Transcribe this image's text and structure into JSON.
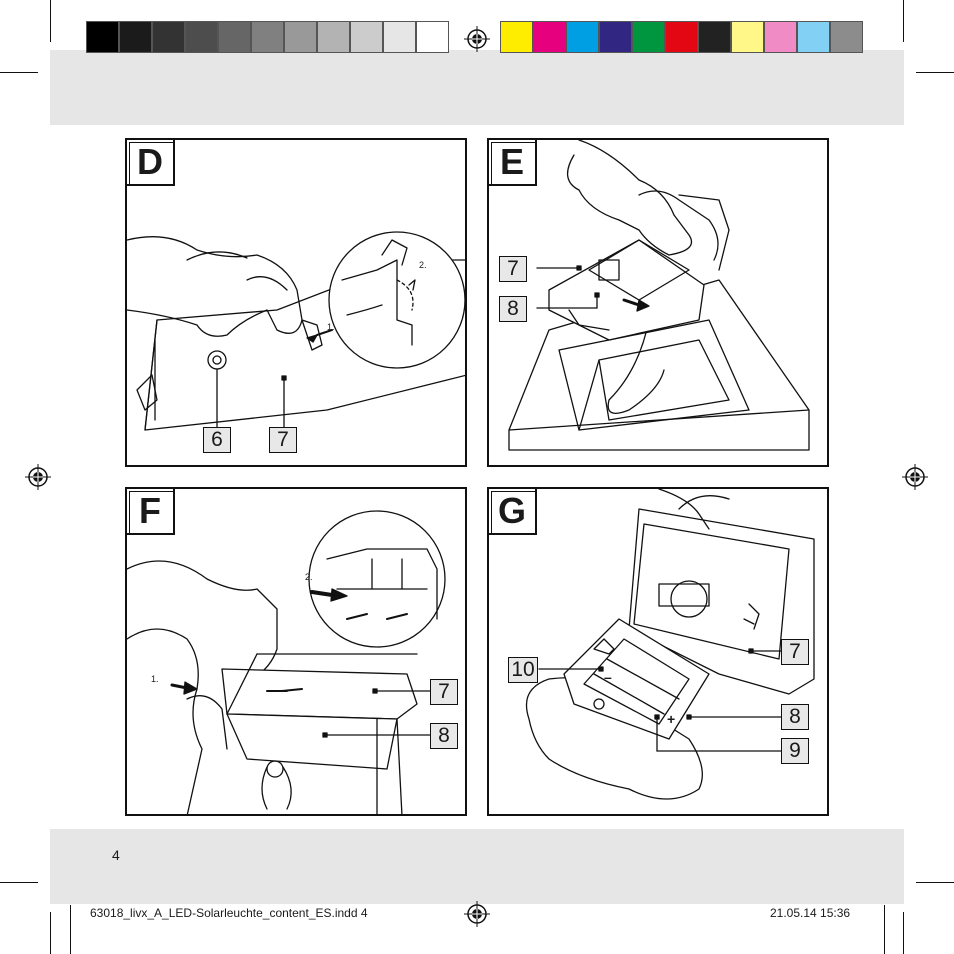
{
  "colors": {
    "grays": [
      "#000000",
      "#1b1b1b",
      "#333333",
      "#4d4d4d",
      "#666666",
      "#808080",
      "#999999",
      "#b3b3b3",
      "#cccccc",
      "#e6e6e6",
      "#ffffff"
    ],
    "process": [
      "#ffed00",
      "#e6007e",
      "#009fe3",
      "#312783",
      "#009640",
      "#e30613",
      "#222222",
      "#fff788",
      "#f08bc6",
      "#83d0f5",
      "#8c8c8c"
    ]
  },
  "panels": [
    {
      "letter": "D",
      "callouts": [
        "6",
        "7"
      ],
      "steps": [
        "1.",
        "2."
      ]
    },
    {
      "letter": "E",
      "callouts": [
        "7",
        "8"
      ]
    },
    {
      "letter": "F",
      "callouts": [
        "7",
        "8"
      ],
      "steps": [
        "1.",
        "2."
      ]
    },
    {
      "letter": "G",
      "callouts": [
        "10",
        "7",
        "8",
        "9"
      ],
      "symbols": [
        "–",
        "+"
      ]
    }
  ],
  "page_number": "4",
  "footer": {
    "file": "63018_livx_A_LED-Solarleuchte_content_ES.indd   4",
    "date": "21.05.14   15:36"
  }
}
